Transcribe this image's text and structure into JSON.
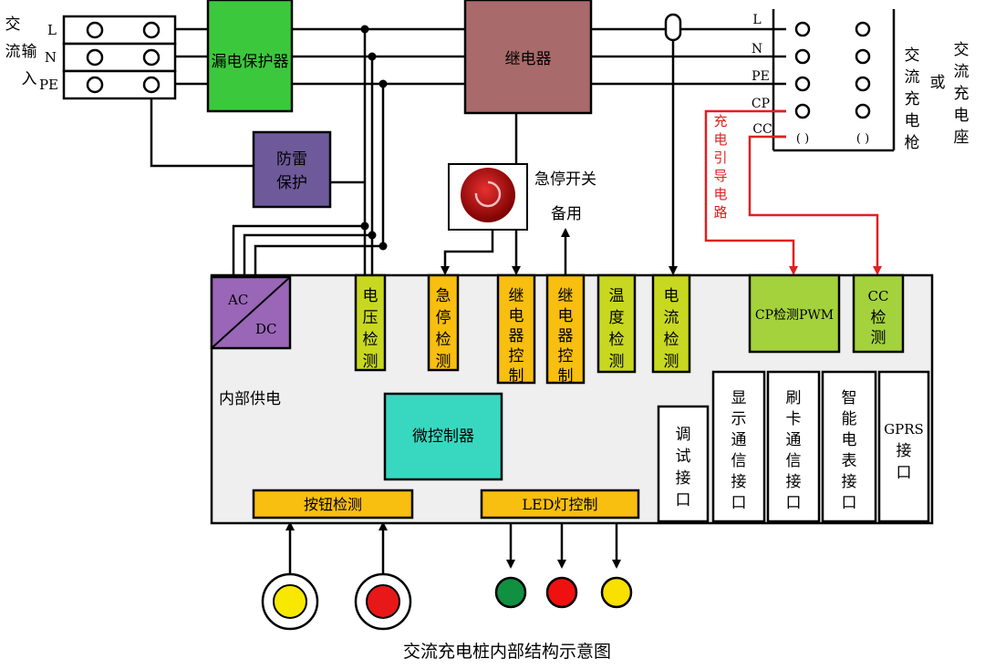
{
  "title": "交流充电桩内部结构示意图",
  "colors": {
    "green": "#3CC83C",
    "relay": "#A86A6A",
    "purple": "#6E5A9A",
    "acdc": "#9A66B8",
    "lime": "#C8D820",
    "orange": "#F8BE10",
    "teal": "#38D8C0",
    "cpgreen": "#A4D23C",
    "red_wire": "#E02020",
    "panel": "#EFEFEF"
  },
  "ac_input": {
    "label": "交流输入",
    "pins": [
      "L",
      "N",
      "PE"
    ]
  },
  "leakage_protector": "漏电保护器",
  "relay": "继电器",
  "lightning": "防雷保护",
  "emergency_switch": "急停开关",
  "spare": "备用",
  "ac_dc": {
    "ac": "AC",
    "dc": "DC"
  },
  "internal_power": "内部供电",
  "modules": [
    {
      "label": "电压检测"
    },
    {
      "label": "急停检测"
    },
    {
      "label": "继电器控制"
    },
    {
      "label": "继电器控制"
    },
    {
      "label": "温度检测"
    },
    {
      "label": "电流检测"
    }
  ],
  "cp_detect": "CP检测PWM",
  "cc_detect": "CC检测",
  "mcu": "微控制器",
  "button_detect": "按钮检测",
  "led_control": "LED灯控制",
  "interfaces": [
    {
      "label": "调试接口"
    },
    {
      "label": "显示通信接口"
    },
    {
      "label": "刷卡通信接口"
    },
    {
      "label": "智能电表接口"
    },
    {
      "label": "GPRS接口"
    }
  ],
  "connector_pins": [
    "L",
    "N",
    "PE",
    "CP",
    "CC"
  ],
  "connector_side": {
    "gun": "交流充电枪",
    "or": "或",
    "socket": "交流充电座"
  },
  "cp_guide": "充电引导电路",
  "socket_marks": [
    "( )",
    "( )"
  ],
  "buttons": [
    {
      "name": "yellow-button",
      "color": "#F8E800"
    },
    {
      "name": "red-button",
      "color": "#E81818"
    }
  ],
  "leds": [
    {
      "name": "green-led",
      "color": "#109040"
    },
    {
      "name": "red-led",
      "color": "#F01010"
    },
    {
      "name": "yellow-led",
      "color": "#F8E000"
    }
  ]
}
